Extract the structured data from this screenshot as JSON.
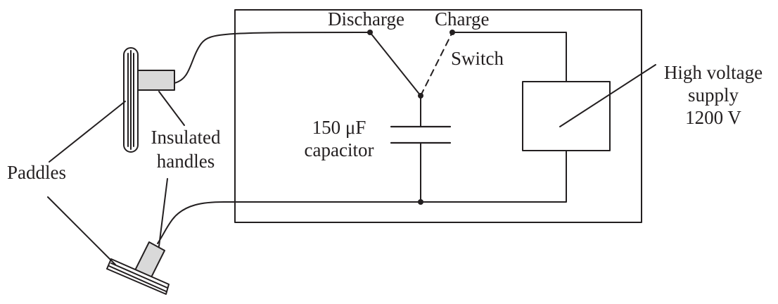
{
  "labels": {
    "discharge": "Discharge",
    "charge": "Charge",
    "switch": "Switch",
    "capacitor_value": "150 μF",
    "capacitor_name": "capacitor",
    "supply_line1": "High voltage",
    "supply_line2": "supply",
    "supply_line3": "1200 V",
    "insulated": "Insulated",
    "handles": "handles",
    "paddles": "Paddles"
  },
  "colors": {
    "ink": "#231f20",
    "handle_fill": "#d9d9d9"
  }
}
